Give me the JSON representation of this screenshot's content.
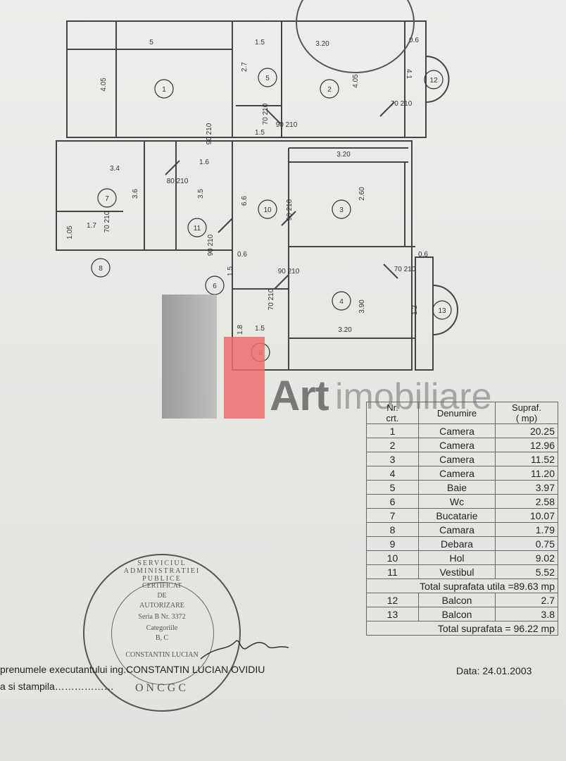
{
  "plan": {
    "dimensions": [
      "5",
      "4.05",
      "1.5",
      "2.7",
      "3.20",
      "0.6",
      "4.05",
      "4.1",
      "1.5",
      "3.4",
      "3.6",
      "1.6",
      "3.5",
      "6.6",
      "3.20",
      "2.60",
      "1.05",
      "1.7",
      "0.6",
      "1.5",
      "1.5",
      "3.20",
      "3.90",
      "0.6",
      "1.2",
      "1.8"
    ],
    "door_sizes": [
      "70\n210",
      "90\n210",
      "90\n210",
      "80\n210",
      "70\n210",
      "90\n210",
      "70\n210",
      "90\n210",
      "70\n210",
      "90\n210",
      "70\n210"
    ],
    "room_numbers": [
      "1",
      "2",
      "3",
      "4",
      "5",
      "6",
      "7",
      "8",
      "9",
      "10",
      "11",
      "12",
      "13"
    ]
  },
  "watermark": {
    "brand_art": "Art",
    "brand_rest": "imobiliare"
  },
  "table": {
    "headers": [
      "Nr.\ncrt.",
      "Denumire",
      "Supraf.\n( mp)"
    ],
    "rows": [
      [
        "1",
        "Camera",
        "20.25"
      ],
      [
        "2",
        "Camera",
        "12.96"
      ],
      [
        "3",
        "Camera",
        "11.52"
      ],
      [
        "4",
        "Camera",
        "11.20"
      ],
      [
        "5",
        "Baie",
        "3.97"
      ],
      [
        "6",
        "Wc",
        "2.58"
      ],
      [
        "7",
        "Bucatarie",
        "10.07"
      ],
      [
        "8",
        "Camara",
        "1.79"
      ],
      [
        "9",
        "Debara",
        "0.75"
      ],
      [
        "10",
        "Hol",
        "9.02"
      ],
      [
        "11",
        "Vestibul",
        "5.52"
      ]
    ],
    "total_useful": "Total  suprafata utila =89.63 mp",
    "balcony_rows": [
      [
        "12",
        "Balcon",
        "2.7"
      ],
      [
        "13",
        "Balcon",
        "3.8"
      ]
    ],
    "total": "Total  suprafata =  96.22  mp"
  },
  "stamp": {
    "ring": "SERVICIUL ADMINISTRATIEI PUBLICE",
    "lines": [
      "CERTIFICAT",
      "DE",
      "AUTORIZARE",
      "Seria B Nr. 3372",
      "Categoriile",
      "B, C",
      "CONSTANTIN LUCIAN"
    ],
    "bottom": "ONCGC"
  },
  "footer": {
    "executor": "prenumele executantului ing.CONSTANTIN LUCIAN OVIDIU",
    "stampila": "a si stampila………………",
    "date": "Data: 24.01.2003"
  }
}
